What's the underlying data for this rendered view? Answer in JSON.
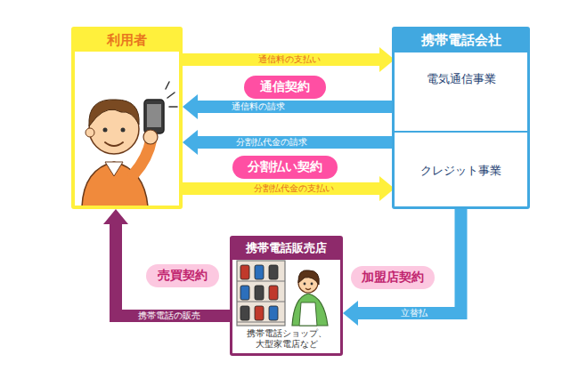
{
  "diagram": {
    "nodes": [
      {
        "text": [
          "利用者"
        ]
      },
      {
        "text": [
          "携帯電話会社"
        ]
      },
      {
        "text": [
          "電気通信事業"
        ],
        "in": 1
      },
      {
        "text": [
          "クレジット事業"
        ],
        "in": 1
      },
      {
        "text": [
          "携帯電話販売店",
          "携帯電話ショップ、大型家電店など"
        ]
      },
      {
        "text": [
          "通信契約"
        ]
      },
      {
        "text": [
          "分割払い契約"
        ]
      },
      {
        "text": [
          "売買契約"
        ]
      },
      {
        "text": [
          "加盟店契約"
        ]
      }
    ],
    "edges": [
      {
        "from": 0,
        "to": 2,
        "label": "通信料の支払い",
        "arrow": "to"
      },
      {
        "from": 2,
        "to": 0,
        "label": "通信料の請求",
        "arrow": "to"
      },
      {
        "from": 3,
        "to": 0,
        "label": "分割払代金の請求",
        "arrow": "to"
      },
      {
        "from": 0,
        "to": 3,
        "label": "分割払代金の支払い",
        "arrow": "to"
      },
      {
        "from": 3,
        "to": 4,
        "label": "立替払",
        "arrow": "to"
      },
      {
        "from": 4,
        "to": 0,
        "label": "携帯電話の販売",
        "arrow": "to"
      }
    ]
  }
}
